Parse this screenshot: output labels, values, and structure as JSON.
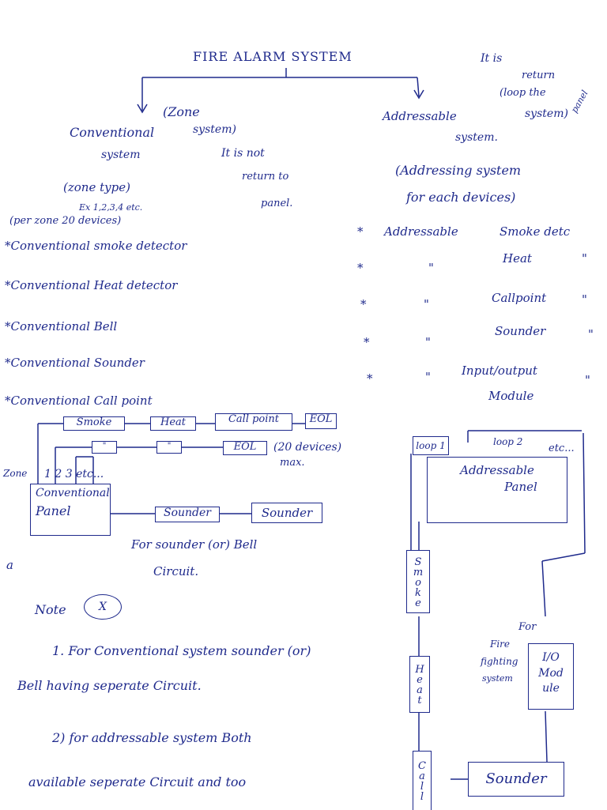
{
  "title": "FIRE ALARM SYSTEM",
  "top_right_note": {
    "line1": "It is",
    "line2": "return",
    "line3": "(loop the",
    "line4": "panel"
  },
  "conventional": {
    "heading_l1": "Conventional",
    "heading_l2": "system",
    "zone_system_l1": "(Zone",
    "zone_system_l2": "system)",
    "not_return_l1": "It is not",
    "not_return_l2": "return to",
    "not_return_l3": "panel.",
    "zone_type": "(zone type)",
    "zone_example": "Ex 1,2,3,4 etc.",
    "per_zone": "(per zone 20 devices)",
    "items": [
      "*Conventional smoke detector",
      "*Conventional Heat detector",
      "*Conventional Bell",
      "*Conventional Sounder",
      "*Conventional Call point"
    ]
  },
  "addressable": {
    "heading_l1": "Addressable",
    "heading_l2": "system)",
    "heading_l3": "system.",
    "desc_l1": "(Addressing system",
    "desc_l2": "for each devices)",
    "items": [
      {
        "star": "*",
        "prefix": "Addressable",
        "name": "Smoke detc",
        "suffix": ""
      },
      {
        "star": "*",
        "prefix": "\"",
        "name": "Heat",
        "suffix": "\""
      },
      {
        "star": "*",
        "prefix": "\"",
        "name": "Callpoint",
        "suffix": "\""
      },
      {
        "star": "*",
        "prefix": "\"",
        "name": "Sounder",
        "suffix": "\""
      },
      {
        "star": "*",
        "prefix": "\"",
        "name": "Input/output",
        "suffix": "\""
      }
    ],
    "module_label": "Module"
  },
  "conv_diagram": {
    "smoke": "Smoke",
    "heat": "Heat",
    "callpoint": "Call point",
    "eol": "EOL",
    "ditto1": "\"",
    "ditto2": "\"",
    "eol2": "EOL",
    "max_devices_l1": "(20 devices)",
    "max_devices_l2": "max.",
    "zone_label": "Zone",
    "zone_numbers": "1  2  3  etc...",
    "panel_l1": "Conventional",
    "panel_l2": "Panel",
    "sounder1": "Sounder",
    "sounder2": "Sounder",
    "caption_l1": "For sounder (or) Bell",
    "caption_l2": "Circuit."
  },
  "addr_diagram": {
    "loop1": "loop 1",
    "loop2": "loop 2",
    "etc": "etc...",
    "panel_l1": "Addressable",
    "panel_l2": "Panel",
    "smoke": "Smoke",
    "heat": "Heat",
    "call": "Call",
    "io_module_l1": "I/O",
    "io_module_l2": "Mod",
    "io_module_l3": "ule",
    "for_label": "For",
    "fire_fighting_l1": "Fire",
    "fire_fighting_l2": "fighting",
    "fire_fighting_l3": "system",
    "sounder": "Sounder"
  },
  "note": {
    "label": "Note",
    "circle": "X",
    "line1": "1. For Conventional system sounder (or)",
    "line2": "Bell having seperate Circuit.",
    "line3": "2) for addressable system Both",
    "line4": "available seperate Circuit and too"
  },
  "margin_mark": "a"
}
